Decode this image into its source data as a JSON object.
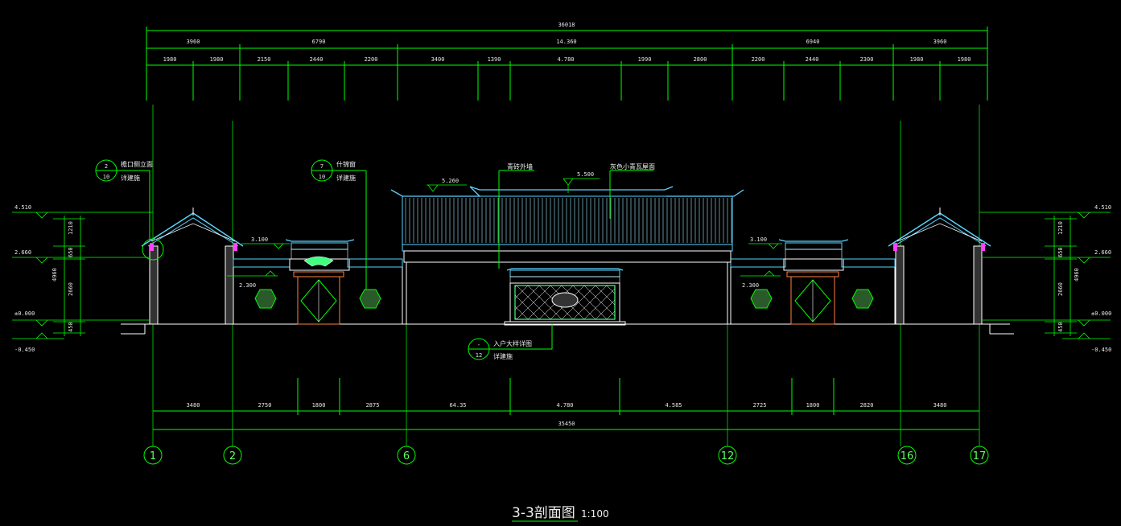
{
  "drawing": {
    "title": "3-3剖面图",
    "scale": "1:100"
  },
  "top_dims": {
    "overall": "36018",
    "row2": [
      "3960",
      "6790",
      "14.360",
      "6940",
      "3960"
    ],
    "row3": [
      "1980",
      "1980",
      "2150",
      "2440",
      "2200",
      "3400",
      "1390",
      "4.780",
      "1990",
      "2800",
      "2200",
      "2440",
      "2300",
      "1980",
      "1980"
    ]
  },
  "bottom_dims": {
    "row1": [
      "3480",
      "2750",
      "1800",
      "2875",
      "64.35",
      "4.780",
      "4.585",
      "2725",
      "1800",
      "2820",
      "3480"
    ],
    "overall": "35450"
  },
  "axes": [
    "1",
    "2",
    "6",
    "12",
    "16",
    "17"
  ],
  "levels": {
    "left": [
      "4.510",
      "2.660",
      "±0.000",
      "-0.450"
    ],
    "right": [
      "4.510",
      "2.660",
      "±0.000",
      "-0.450"
    ],
    "left_dims": [
      "1210",
      "650",
      "4960",
      "2660",
      "450"
    ],
    "right_dims": [
      "1210",
      "650",
      "4960",
      "2660",
      "450"
    ],
    "inner": [
      "3.100",
      "2.300",
      "3.100",
      "2.300",
      "5.260",
      "5.500"
    ]
  },
  "callouts": [
    {
      "top": "2",
      "bottom": "10",
      "line1": "檐口侧立面",
      "line2": "详建施"
    },
    {
      "top": "7",
      "bottom": "10",
      "line1": "什锦窗",
      "line2": "详建施"
    },
    {
      "top": "-",
      "bottom": "12",
      "line1": "入户大样详图",
      "line2": "详建施"
    }
  ],
  "notes": [
    "青砖外墙",
    "灰色小青瓦屋面"
  ],
  "colors": {
    "background": "#000000",
    "dimension": "#00ff00",
    "wall": "#ffffff",
    "roof": "#59d4ff",
    "door": "#ff8040",
    "highlight": "#ff40ff",
    "ornament": "#40ff80"
  }
}
